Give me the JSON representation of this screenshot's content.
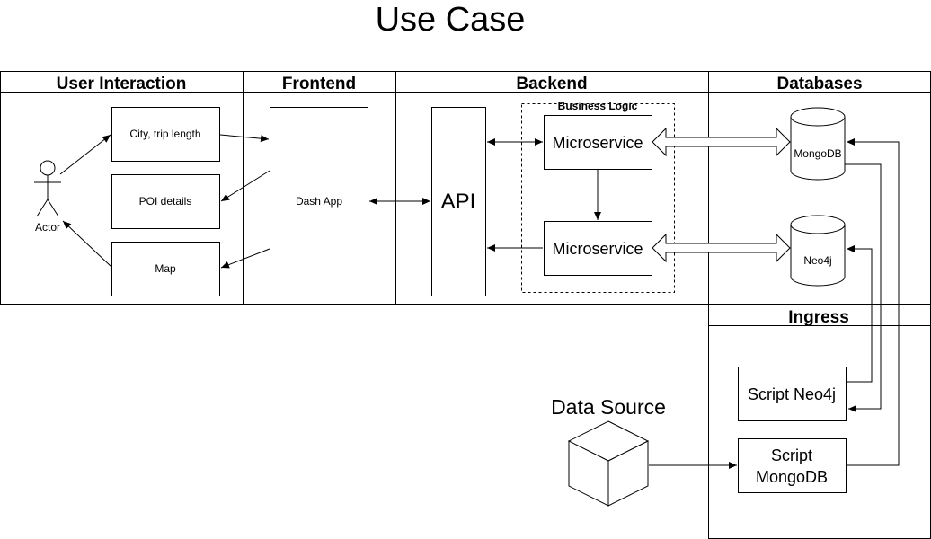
{
  "title": "Use Case",
  "lanes": {
    "user_interaction": "User Interaction",
    "frontend": "Frontend",
    "backend": "Backend",
    "databases": "Databases",
    "ingress": "Ingress"
  },
  "group": {
    "business_logic": "Business Logic"
  },
  "nodes": {
    "actor": "Actor",
    "city_trip": "City, trip length",
    "poi_details": "POI details",
    "map": "Map",
    "dash_app": "Dash App",
    "api": "API",
    "microservice_1": "Microservice",
    "microservice_2": "Microservice",
    "mongodb": "MongoDB",
    "neo4j": "Neo4j",
    "script_neo4j": "Script Neo4j",
    "script_mongodb_line1": "Script",
    "script_mongodb_line2": "MongoDB",
    "data_source": "Data Source"
  }
}
